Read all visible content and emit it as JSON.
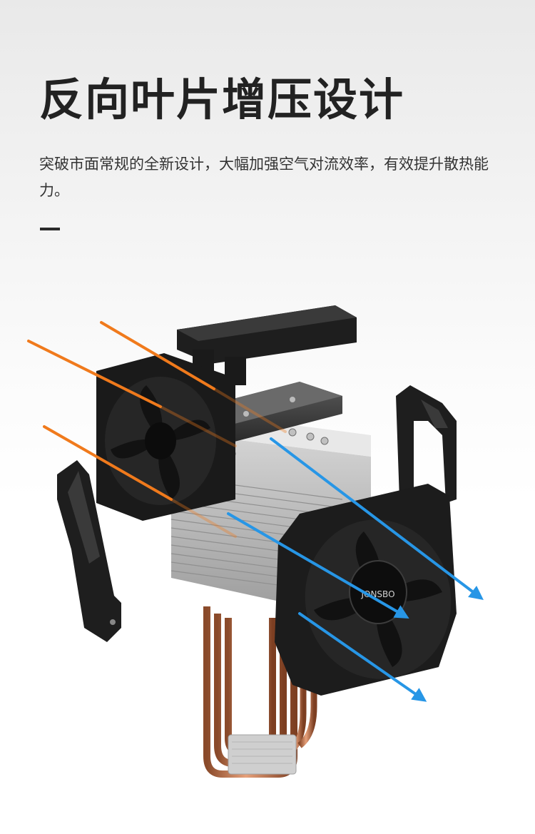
{
  "heading": {
    "title": "反向叶片增压设计"
  },
  "description": {
    "text": "突破市面常规的全新设计，大幅加强空气对流效率，有效提升散热能力。"
  },
  "product": {
    "fan_logo": "JONSBO"
  },
  "colors": {
    "intake_arrow": "#f07a1c",
    "exhaust_arrow": "#2796e6",
    "text_dark": "#222222",
    "fan_body": "#1a1a1a",
    "heatpipe": "#c8734a"
  }
}
